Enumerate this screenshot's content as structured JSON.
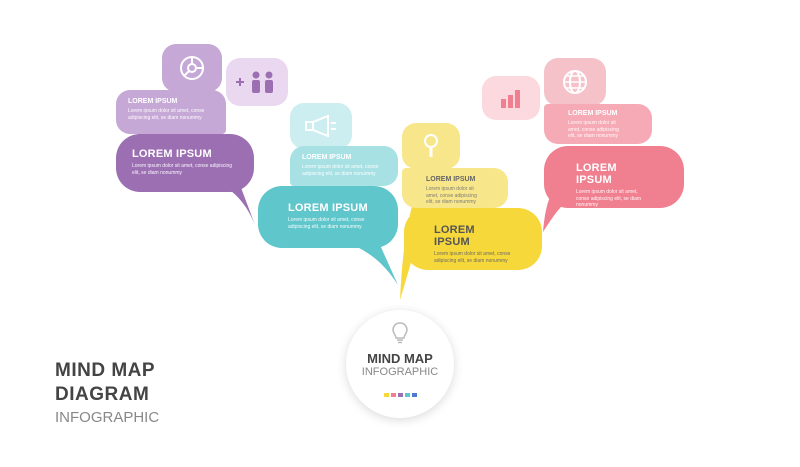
{
  "branches": {
    "purple": {
      "color": "#9b6fb2",
      "light": "#c6a8d6",
      "top": {
        "label": "LOREM IPSUM",
        "text": "Lorem ipsum dolor sit amet, conse adipiscing elit, se diam nonummy"
      },
      "main": {
        "label": "LOREM IPSUM",
        "text": "Lorem ipsum dolor sit amet, conse adipiscing elit, se diam nonummy"
      },
      "icons": [
        "pie-chart-icon",
        "people-icon"
      ]
    },
    "teal": {
      "color": "#5fc6cb",
      "light": "#a8e1e4",
      "top": {
        "label": "LOREM IPSUM",
        "text": "Lorem ipsum dolor sit amet, conse adipiscing elit, se diam nonummy"
      },
      "main": {
        "label": "LOREM IPSUM",
        "text": "Lorem ipsum dolor sit amet, conse adipiscing elit, se diam nonummy"
      },
      "icons": [
        "megaphone-icon"
      ]
    },
    "yellow": {
      "color": "#f7d83b",
      "light": "#f8e68a",
      "top": {
        "label": "LOREM IPSUM",
        "text": "Lorem ipsum dolor sit amet, conse adipiscing elit, se diam nonummy"
      },
      "main": {
        "label": "LOREM IPSUM",
        "text": "Lorem ipsum dolor sit amet, conse adipiscing elit, se diam nonummy"
      },
      "icons": [
        "magnifier-icon"
      ]
    },
    "pink": {
      "color": "#f07f8f",
      "light": "#f6aab6",
      "top": {
        "label": "LOREM IPSUM",
        "text": "Lorem ipsum dolor sit amet, conse adipiscing elit, se diam nonummy"
      },
      "main": {
        "label": "LOREM IPSUM",
        "text": "Lorem ipsum dolor sit amet, conse adipiscing elit, se diam nonummy"
      },
      "icons": [
        "bar-chart-icon",
        "globe-icon"
      ]
    }
  },
  "center": {
    "title": "MIND MAP",
    "subtitle": "INFOGRAPHIC",
    "icon": "lightbulb-icon"
  },
  "heading": {
    "line1": "MIND MAP",
    "line2": "DIAGRAM",
    "line3": "INFOGRAPHIC"
  }
}
